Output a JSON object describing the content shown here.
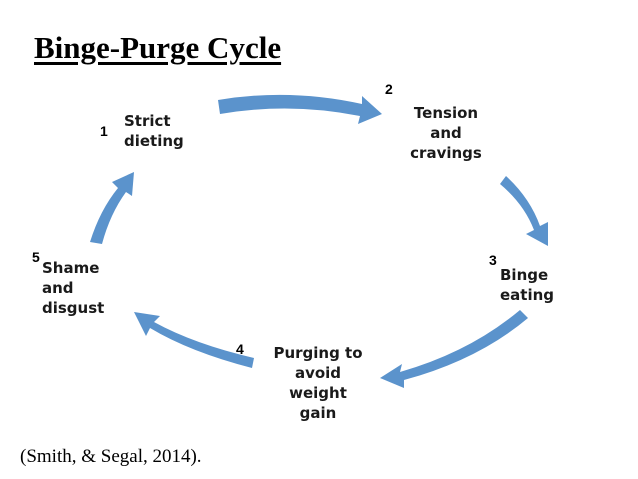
{
  "title": "Binge-Purge Cycle",
  "citation": "(Smith, & Segal, 2014).",
  "colors": {
    "arrow": "#5b93cc"
  },
  "steps": [
    {
      "number": "1",
      "lines": [
        "Strict",
        "dieting"
      ]
    },
    {
      "number": "2",
      "lines": [
        "Tension",
        "and",
        "cravings"
      ]
    },
    {
      "number": "3",
      "lines": [
        "Binge",
        "eating"
      ]
    },
    {
      "number": "4",
      "lines": [
        "Purging to",
        "avoid",
        "weight",
        "gain"
      ]
    },
    {
      "number": "5",
      "lines": [
        "Shame",
        "and",
        "disgust"
      ]
    }
  ]
}
